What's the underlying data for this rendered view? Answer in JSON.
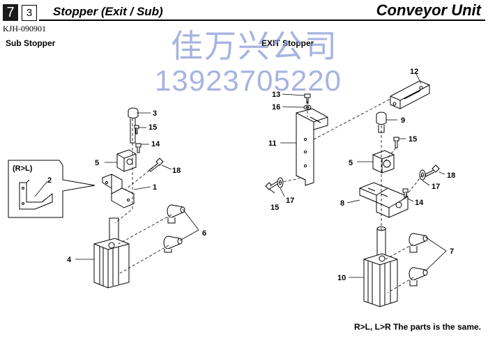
{
  "header": {
    "chapter": "7",
    "section": "3",
    "title": "Stopper (Exit / Sub)",
    "unit": "Conveyor Unit",
    "doc_id": "KJH-090901"
  },
  "labels": {
    "sub_stopper": "Sub Stopper",
    "exit_stopper": "EXIT Stopper",
    "inset": "(R>L)"
  },
  "watermark": {
    "line1": "佳万兴公司",
    "line2": "13923705220"
  },
  "footer": {
    "note": "R>L, L>R The parts is the same."
  },
  "callouts": {
    "sub": [
      "1",
      "2",
      "3",
      "4",
      "5",
      "6",
      "14",
      "15",
      "18"
    ],
    "exit": [
      "7",
      "8",
      "9",
      "10",
      "11",
      "12",
      "13",
      "14",
      "15",
      "15",
      "16",
      "17",
      "17",
      "18"
    ]
  }
}
